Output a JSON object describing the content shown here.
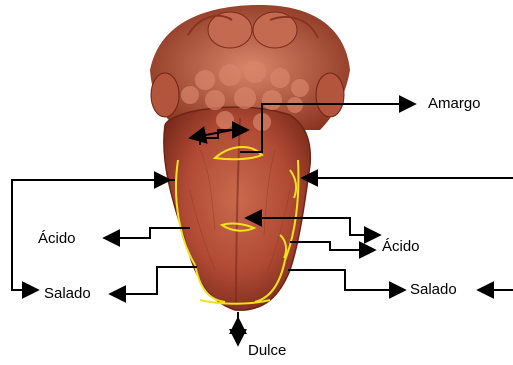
{
  "labels": {
    "bitter": "Amargo",
    "sour_left": "Ácido",
    "sour_right": "Ácido",
    "salty_left": "Salado",
    "salty_right": "Salado",
    "sweet": "Dulce"
  },
  "colors": {
    "tongue_base": "#b8503a",
    "tongue_shadow": "#7a2a1c",
    "papillae": "#d07a5c",
    "zone_outline": "#f2e21a",
    "arrow": "#000000"
  }
}
